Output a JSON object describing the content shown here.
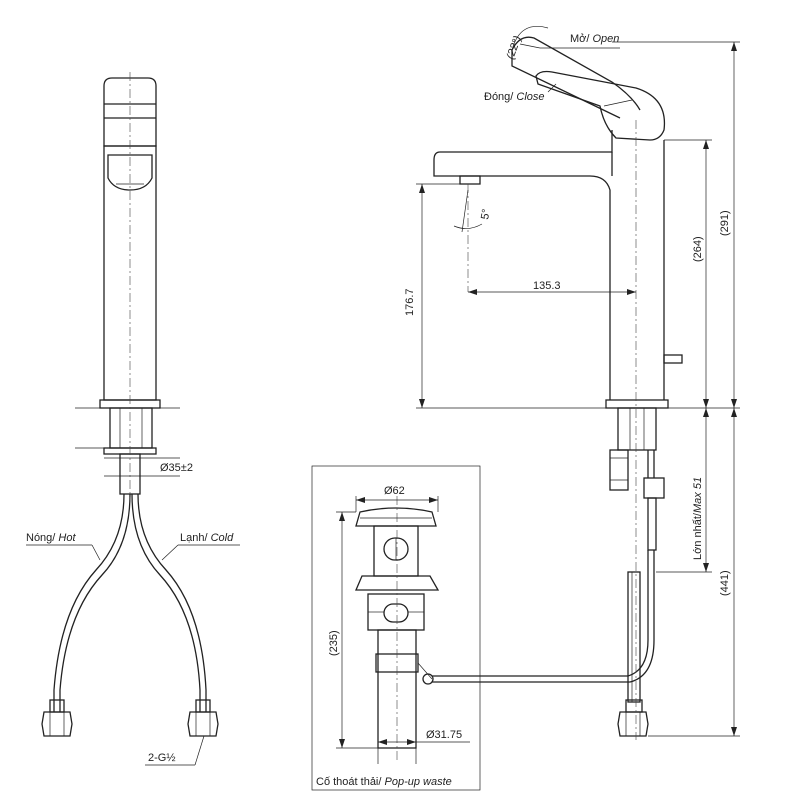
{
  "labels": {
    "open": "Mở/ ",
    "open_en": "Open",
    "close": "Đóng/ ",
    "close_en": "Close",
    "hot": "Nóng/ ",
    "hot_en": "Hot",
    "cold": "Lạnh/ ",
    "cold_en": "Cold",
    "max": "Lớn nhất/",
    "max_en": "Max 51",
    "waste": "Cố thoát thải/ ",
    "waste_en": "Pop-up waste",
    "thread": "2-G½"
  },
  "dimensions": {
    "angle_22": "(22°)",
    "angle_5": "5°",
    "d291": "(291)",
    "d264": "(264)",
    "d441": "(441)",
    "d176": "176.7",
    "d135": "135.3",
    "d35": "Ø35±2",
    "d62": "Ø62",
    "d235": "(235)",
    "d3175": "Ø31.75"
  }
}
